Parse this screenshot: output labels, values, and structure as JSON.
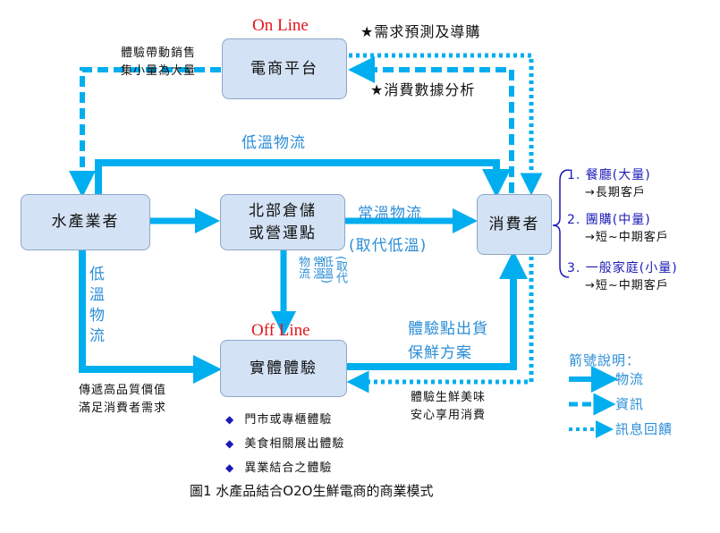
{
  "nodes": {
    "ecommerce": "電商平台",
    "aquatic": "水產業者",
    "warehouse_1": "北部倉儲",
    "warehouse_2": "或營運點",
    "consumer": "消費者",
    "physical": "實體體驗"
  },
  "labels": {
    "online": "On Line",
    "offline": "Off Line",
    "forecast": "★需求預測及導購",
    "analysis": "★消費數據分析",
    "exp_sales_1": "體驗帶動銷售",
    "exp_sales_2": "集小量為大量",
    "cold_top": "低溫物流",
    "cold_left_1": "低",
    "cold_left_2": "溫",
    "cold_left_3": "物",
    "cold_left_4": "流",
    "normal_temp": "常溫物流",
    "replace_low": "(取代低溫)",
    "vert_normal_1": "常溫",
    "vert_normal_2": "物流",
    "vert_replace_1": "(取代",
    "vert_replace_2": "低溫)",
    "quality_1": "傳遞高品質價值",
    "quality_2": "滿足消費者需求",
    "exp_ship_1": "體驗點出貨",
    "exp_ship_2": "保鮮方案",
    "fresh_1": "體驗生鮮美味",
    "fresh_2": "安心享用消費"
  },
  "consumer_types": [
    {
      "title": "1. 餐廳(大量)",
      "sub": "→長期客戶"
    },
    {
      "title": "2. 團購(中量)",
      "sub": "→短~中期客戶"
    },
    {
      "title": "3. 一般家庭(小量)",
      "sub": "→短~中期客戶"
    }
  ],
  "offline_items": [
    "門市或專櫃體驗",
    "美食相關展出體驗",
    "異業結合之體驗"
  ],
  "bullet_symbol": "◆",
  "legend": {
    "title": "箭號說明：",
    "flow": "物流",
    "info": "資訊",
    "feedback": "訊息回饋"
  },
  "caption": "圖1 水產品結合O2O生鮮電商的商業模式",
  "colors": {
    "arrow": "#00aeef",
    "box_fill": "#d3e2f4",
    "box_border": "#8ea6c9",
    "online_red": "#e3141b",
    "navy": "#1a1ab8",
    "blue_text": "#2b8ed6"
  }
}
